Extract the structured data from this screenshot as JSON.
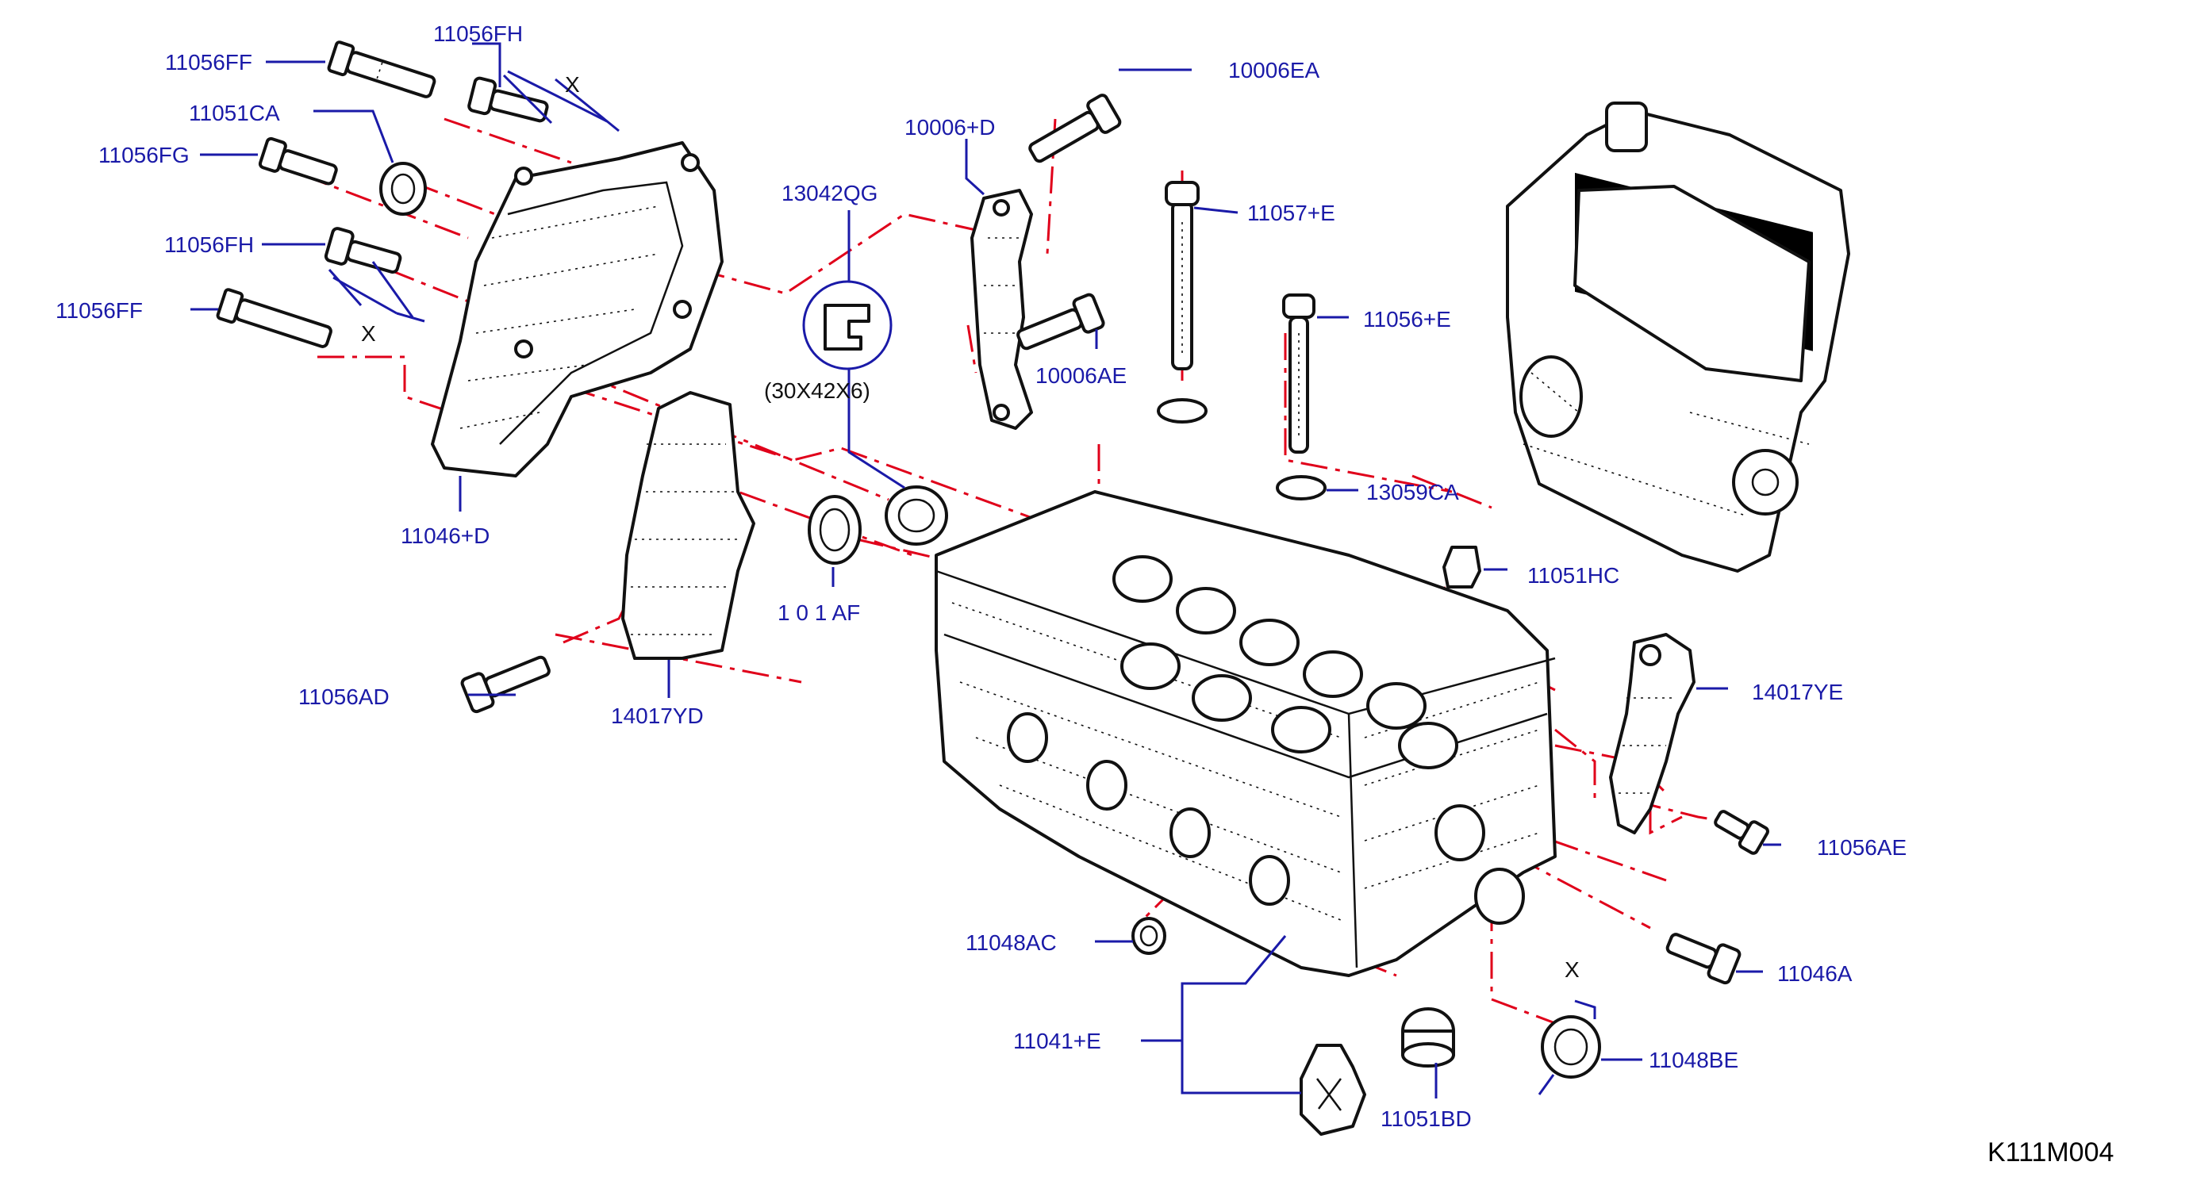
{
  "diagram": {
    "code": "K111M004",
    "labels": {
      "p11056FF_top": "11056FF",
      "p11056FH_top": "11056FH",
      "p11051CA": "11051CA",
      "p11056FG": "11056FG",
      "p11056FH_mid": "11056FH",
      "p11056FF_mid": "11056FF",
      "p11046D": "11046+D",
      "p13042QG": "13042QG",
      "seal_size": "(30X42X6)",
      "p10006D": "10006+D",
      "p10006EA": "10006EA",
      "p10006AE": "10006AE",
      "p11057E": "11057+E",
      "p11056E": "11056+E",
      "p13059CA": "13059CA",
      "p11051HC": "11051HC",
      "p1301AF": "1 0 1 AF",
      "p11056AD": "11056AD",
      "p14017YD": "14017YD",
      "p14017YE": "14017YE",
      "p11056AE": "11056AE",
      "p11048AC": "11048AC",
      "p11046A": "11046A",
      "p11041E": "11041+E",
      "p11048BE": "11048BE",
      "p11051BD": "11051BD",
      "x_top": "X",
      "x_mid": "X",
      "x_bot": "X"
    },
    "colors": {
      "label": "#1a1aa8",
      "leader": "#1a1aa8",
      "dash": "#e0001a",
      "outline": "#111111"
    }
  }
}
